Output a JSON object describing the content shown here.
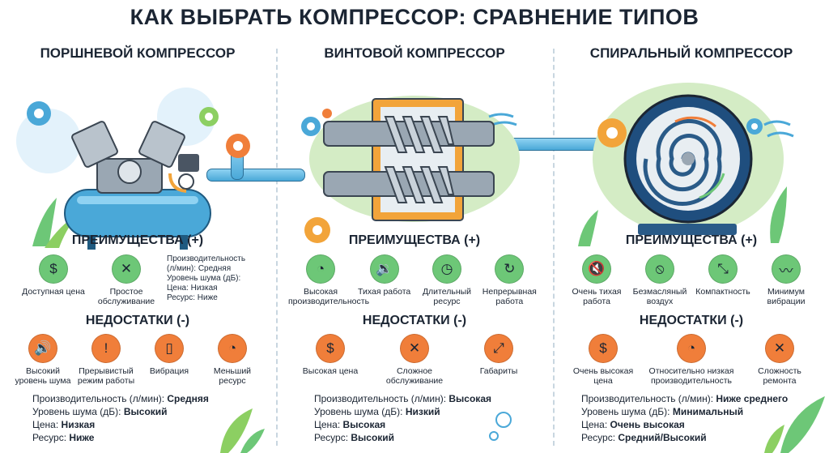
{
  "title": "КАК ВЫБРАТЬ КОМПРЕССОР: СРАВНЕНИЕ ТИПОВ",
  "colors": {
    "advantage": "#6dc777",
    "disadvantage": "#f07e3a",
    "accent": "#4aa8d8",
    "tank": "#4aa8d8",
    "frame": "#f2a43a"
  },
  "columns": [
    {
      "title": "ПОРШНЕВОЙ КОМПРЕССОР",
      "adv_title": "ПРЕИМУЩЕСТВА (+)",
      "advantages": [
        {
          "icon": "dollar-icon",
          "label": "Доступная цена"
        },
        {
          "icon": "wrench-screwdriver-icon",
          "label": "Простое обслуживание"
        }
      ],
      "mini_specs": [
        "Производительность (л/мин): Средняя",
        "Уровень шума (дБ):",
        "Цена: Низкая",
        "Ресурс: Ниже"
      ],
      "dis_title": "НЕДОСТАТКИ (-)",
      "disadvantages": [
        {
          "icon": "loud-speaker-icon",
          "label": "Высокий уровень шума"
        },
        {
          "icon": "warning-icon",
          "label": "Прерывистый режим работы"
        },
        {
          "icon": "vibration-icon",
          "label": "Вибрация"
        },
        {
          "icon": "gauge-icon",
          "label": "Меньший ресурс"
        }
      ],
      "specs": [
        {
          "k": "Производительность (л/мин): ",
          "v": "Средняя"
        },
        {
          "k": "Уровень шума (дБ): ",
          "v": "Высокий"
        },
        {
          "k": "Цена: ",
          "v": "Низкая"
        },
        {
          "k": "Ресурс: ",
          "v": "Ниже"
        }
      ]
    },
    {
      "title": "ВИНТОВОЙ КОМПРЕССОР",
      "adv_title": "ПРЕИМУЩЕСТВА (+)",
      "advantages": [
        {
          "icon": "gauge-icon",
          "label": "Высокая производительность"
        },
        {
          "icon": "quiet-speaker-icon",
          "label": "Тихая работа"
        },
        {
          "icon": "clock-icon",
          "label": "Длительный ресурс"
        },
        {
          "icon": "cycle-icon",
          "label": "Непрерывная работа"
        }
      ],
      "dis_title": "НЕДОСТАТКИ (-)",
      "disadvantages": [
        {
          "icon": "dollar-icon",
          "label": "Высокая цена"
        },
        {
          "icon": "wrench-screwdriver-icon",
          "label": "Сложное обслуживание"
        },
        {
          "icon": "expand-icon",
          "label": "Габариты"
        }
      ],
      "specs": [
        {
          "k": "Производительность (л/мин): ",
          "v": "Высокая"
        },
        {
          "k": "Уровень шума (дБ): ",
          "v": "Низкий"
        },
        {
          "k": "Цена: ",
          "v": "Высокая"
        },
        {
          "k": "Ресурс: ",
          "v": "Высокий"
        }
      ]
    },
    {
      "title": "СПИРАЛЬНЫЙ КОМПРЕССОР",
      "adv_title": "ПРЕИМУЩЕСТВА (+)",
      "advantages": [
        {
          "icon": "mute-speaker-icon",
          "label": "Очень тихая работа"
        },
        {
          "icon": "no-oil-icon",
          "label": "Безмасляный воздух"
        },
        {
          "icon": "compact-icon",
          "label": "Компактность"
        },
        {
          "icon": "waveform-icon",
          "label": "Минимум вибрации"
        }
      ],
      "dis_title": "НЕДОСТАТКИ (-)",
      "disadvantages": [
        {
          "icon": "money-bag-icon",
          "label": "Очень высокая цена"
        },
        {
          "icon": "gauge-icon",
          "label": "Относительно низкая производительность"
        },
        {
          "icon": "wrench-screwdriver-icon",
          "label": "Сложность ремонта"
        }
      ],
      "specs": [
        {
          "k": "Производительность (л/мин): ",
          "v": "Ниже среднего"
        },
        {
          "k": "Уровень шума (дБ): ",
          "v": "Минимальный"
        },
        {
          "k": "Цена: ",
          "v": "Очень высокая"
        },
        {
          "k": "Ресурс: ",
          "v": "Средний/Высокий"
        }
      ]
    }
  ]
}
